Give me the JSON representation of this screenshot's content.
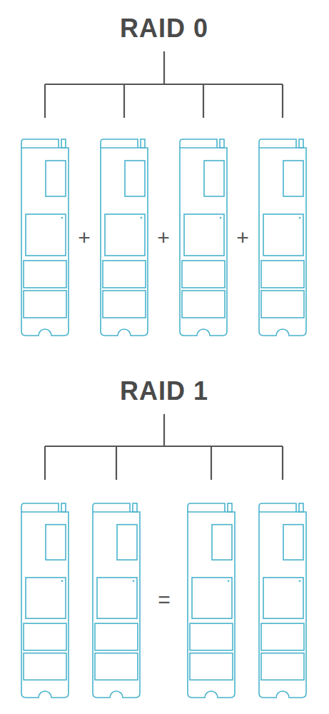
{
  "diagram": {
    "labels": [
      "RAID 0",
      "+",
      "+",
      "+",
      "RAID 1",
      "="
    ]
  }
}
